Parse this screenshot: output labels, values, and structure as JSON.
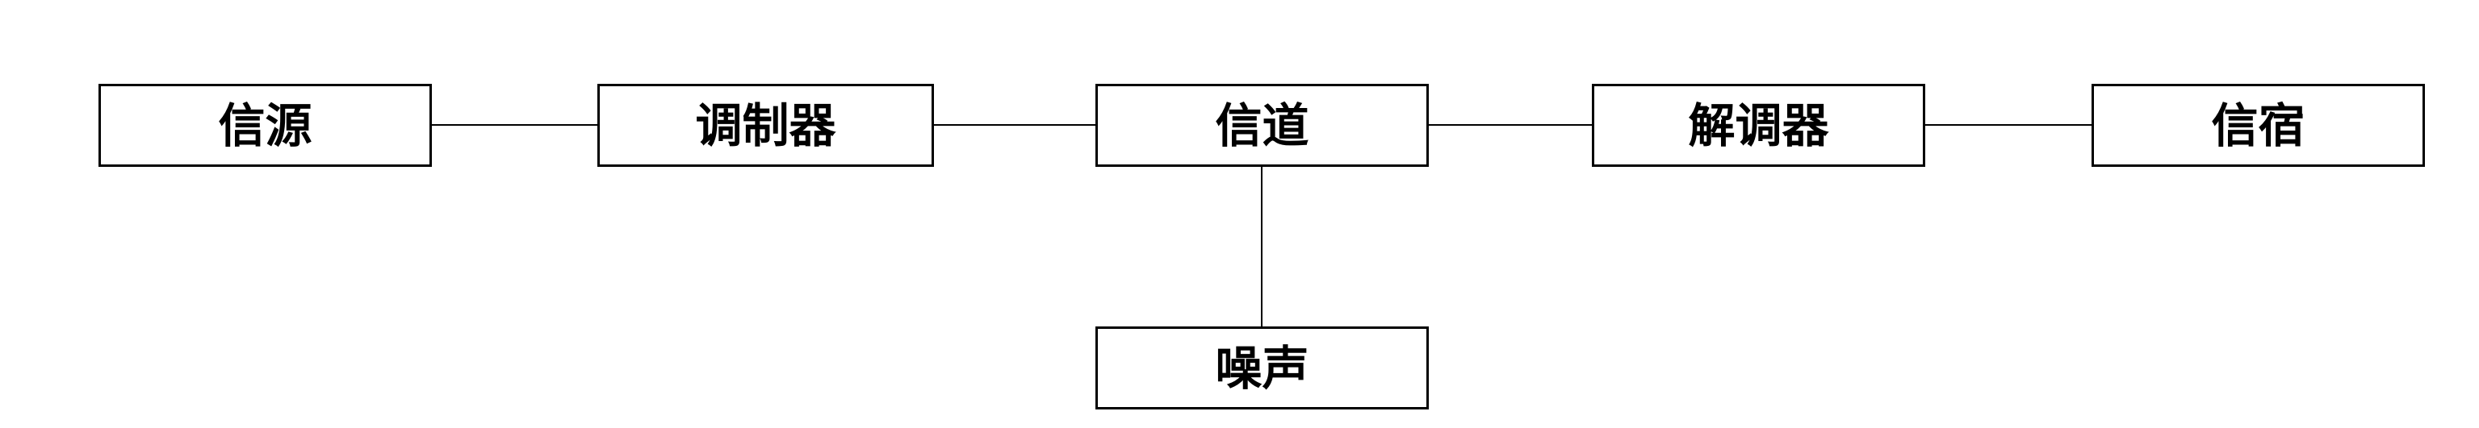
{
  "nodes": {
    "source": "信源",
    "modulator": "调制器",
    "channel": "信道",
    "demodulator": "解调器",
    "sink": "信宿",
    "noise": "噪声"
  }
}
